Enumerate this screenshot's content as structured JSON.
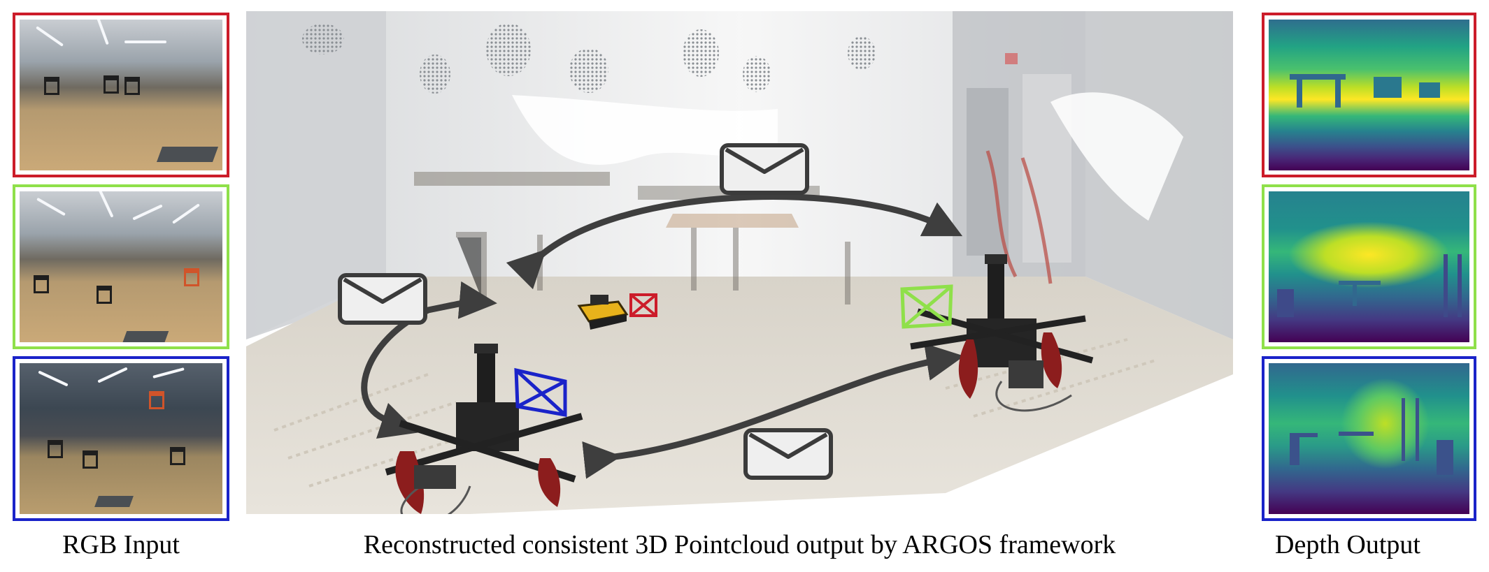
{
  "captions": {
    "left": "RGB Input",
    "center": "Reconstructed consistent 3D Pointcloud output by ARGOS framework",
    "right": "Depth Output"
  },
  "colors": {
    "agent_1": "#cc1c2a",
    "agent_2": "#8fe04a",
    "agent_3": "#1a23c9",
    "arrow": "#3e3e3e",
    "envelope": "#efefef"
  },
  "rgb_panels": [
    {
      "agent": "red"
    },
    {
      "agent": "green"
    },
    {
      "agent": "blue"
    }
  ],
  "depth_panels": [
    {
      "agent": "red"
    },
    {
      "agent": "green"
    },
    {
      "agent": "blue"
    }
  ],
  "icons": {
    "message": "envelope-icon",
    "camera": "camera-frustum-icon",
    "ground_robot": "ground-robot-icon",
    "drone": "quadrotor-drone-icon"
  }
}
